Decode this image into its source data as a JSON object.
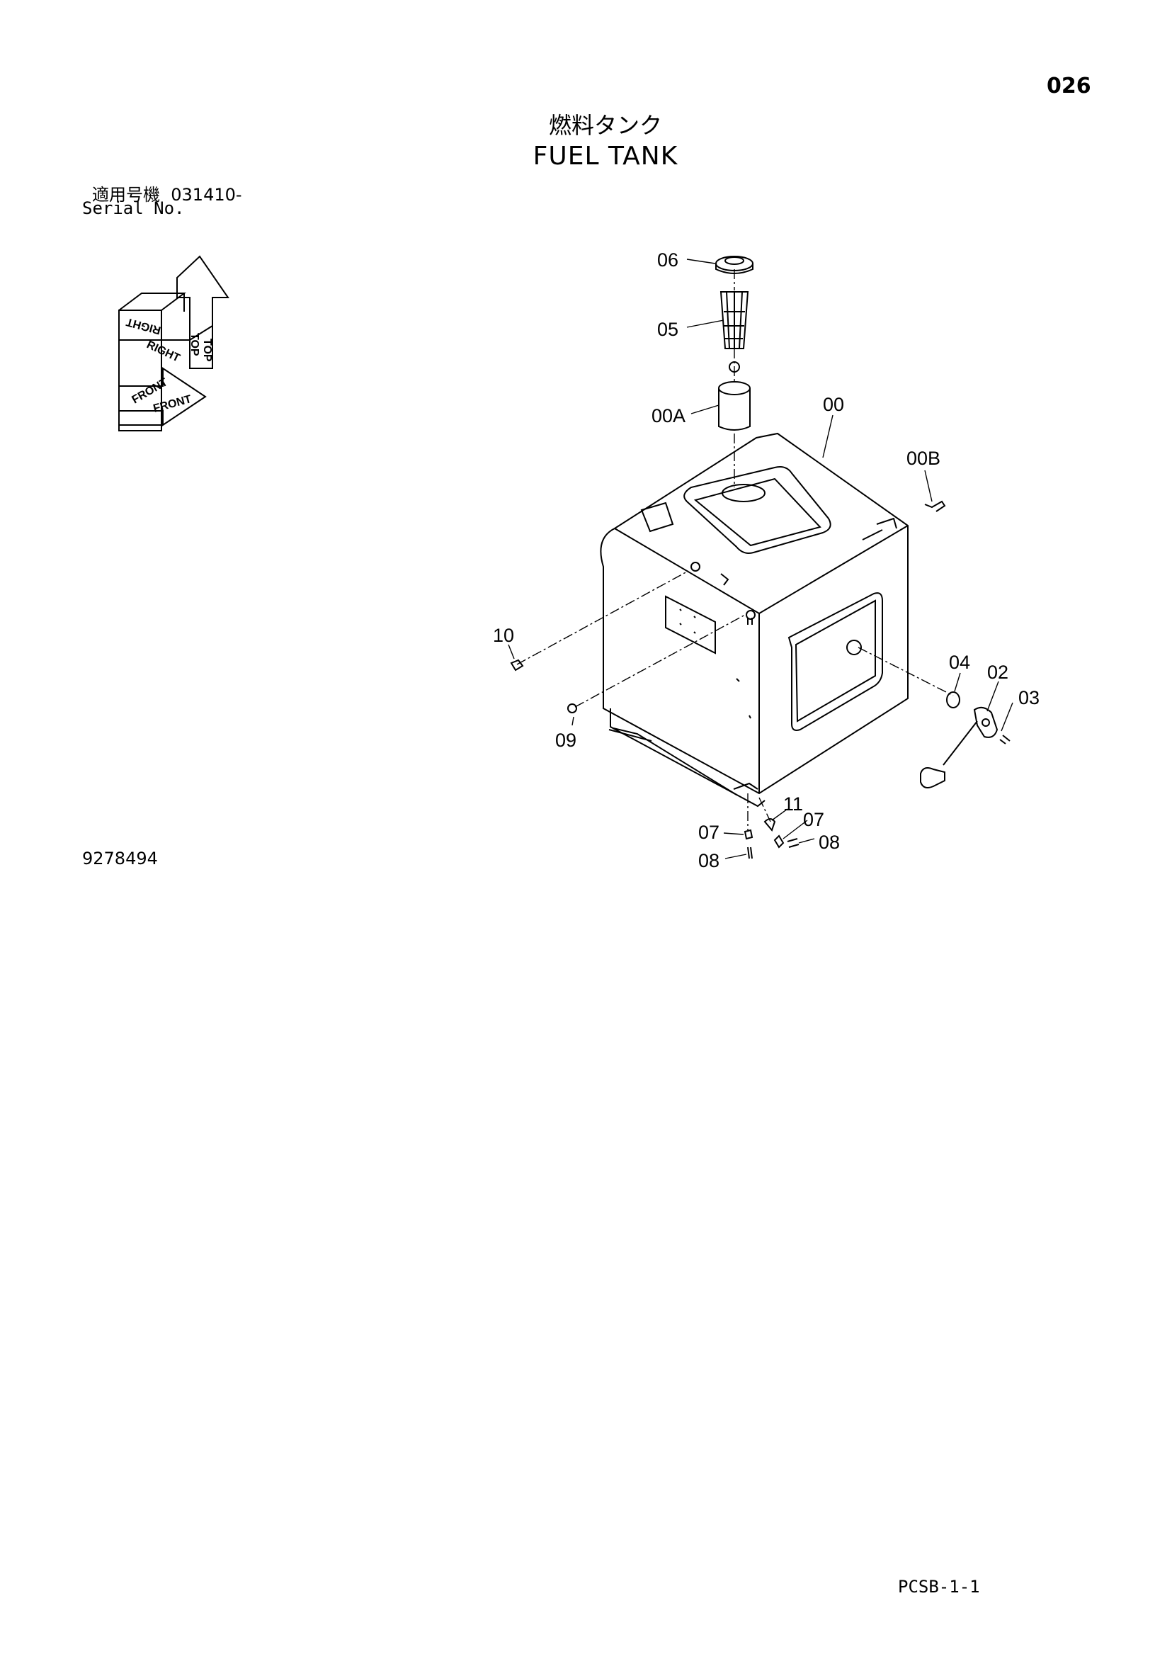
{
  "header": {
    "page_number": "026",
    "title_jp": "燃料タンク",
    "title_en": "FUEL TANK"
  },
  "serial": {
    "label_jp": "適用号機",
    "value": "031410-",
    "label_en": "Serial No."
  },
  "orientation_labels": {
    "top_outer": "TOP",
    "top_inner": "TOP",
    "right_outer": "RIGHT",
    "right_inner": "RIGHT",
    "front_outer": "FRONT",
    "front_inner": "FRONT"
  },
  "callouts": [
    "06",
    "05",
    "00A",
    "00",
    "00B",
    "10",
    "04",
    "02",
    "03",
    "09",
    "11",
    "07",
    "07",
    "08",
    "08"
  ],
  "drawing_id": "9278494",
  "footer_code": "PCSB-1-1"
}
